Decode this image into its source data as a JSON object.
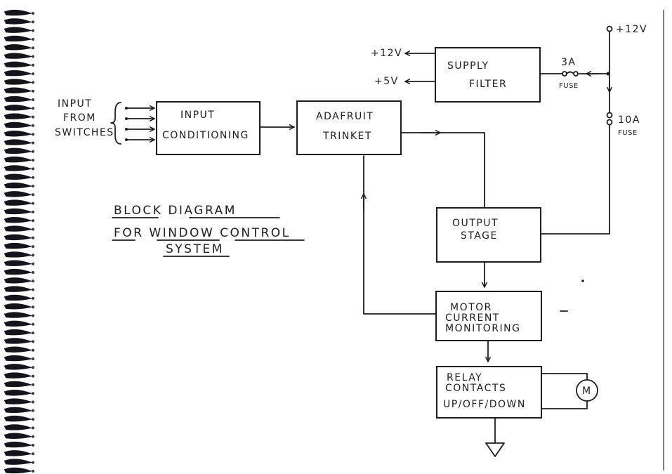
{
  "blocks": {
    "input_conditioning": [
      "INPUT",
      "CONDITIONING"
    ],
    "trinket": [
      "ADAFRUIT",
      "TRINKET"
    ],
    "supply_filter": [
      "SUPPLY",
      "FILTER"
    ],
    "output_stage": [
      "OUTPUT",
      "STAGE"
    ],
    "motor_current": [
      "MOTOR",
      "CURRENT",
      "MONITORING"
    ],
    "relay": [
      "RELAY",
      "CONTACTS",
      "UP/OFF/DOWN"
    ]
  },
  "labels": {
    "input_from_switches": [
      "INPUT",
      "FROM",
      "SWITCHES"
    ],
    "plus12v_out": "+12V",
    "plus5v_out": "+5V",
    "plus12v_in": "+12V",
    "fuse_3a": "3A",
    "fuse_3a_word": "FUSE",
    "fuse_10a": "10A",
    "fuse_10a_word": "FUSE",
    "motor": "M"
  },
  "title": [
    "BLOCK DIAGRAM",
    "FOR WINDOW CONTROL",
    "SYSTEM"
  ],
  "colors": {
    "ink": "#1c1c22",
    "spiral": "#14141a",
    "paper": "#ffffff"
  }
}
